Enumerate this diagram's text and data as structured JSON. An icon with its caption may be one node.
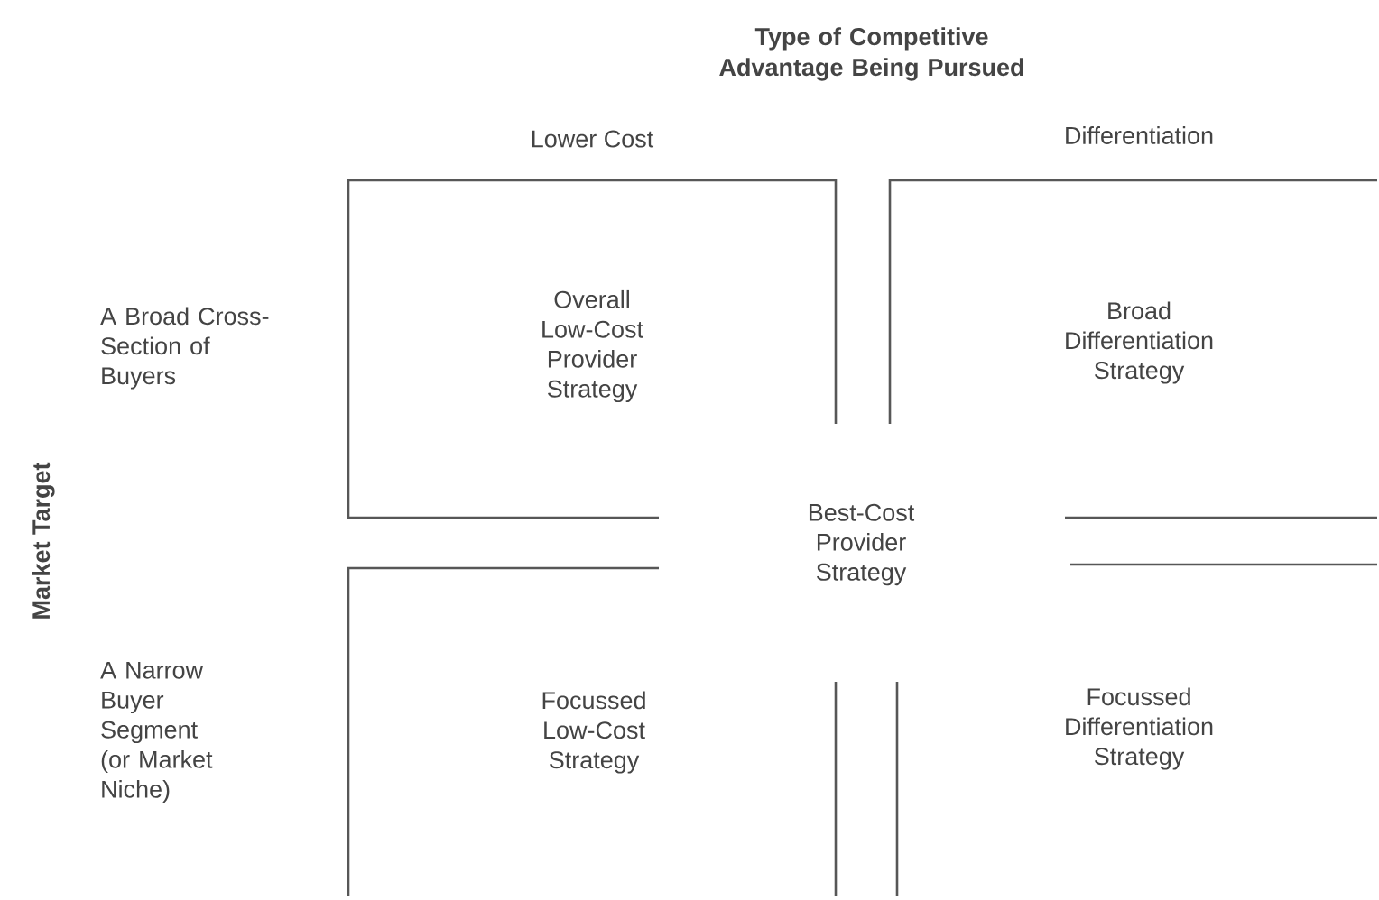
{
  "diagram": {
    "title": "Type of Competitive Advantage Being Pursued",
    "nodes": [
      {
        "text": [
          "Overall Low-Cost Provider Strategy"
        ]
      },
      {
        "text": [
          "Broad Differentiation Strategy"
        ]
      },
      {
        "text": [
          "Best-Cost Provider Strategy"
        ]
      },
      {
        "text": [
          "Focussed Low-Cost Strategy"
        ]
      },
      {
        "text": [
          "Focussed Differentiation Strategy"
        ]
      }
    ],
    "labels": [
      "Lower Cost",
      "Differentiation",
      "A Broad Cross-Section of Buyers",
      "Market Target",
      "A Narrow Buyer Segment (or Market Niche)"
    ]
  }
}
